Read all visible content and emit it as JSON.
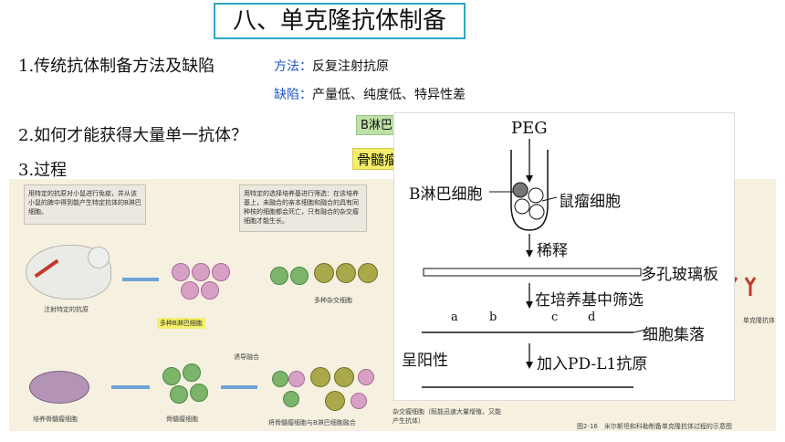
{
  "slide": {
    "title": "八、单克隆抗体制备",
    "q1": "1.传统抗体制备方法及缺陷",
    "method_label": "方法：",
    "method_text": "反复注射抗原",
    "defect_label": "缺陷：",
    "defect_text": "产量低、纯度低、特异性差",
    "q2": "2.如何才能获得大量单一抗体？",
    "q3": "3.过程",
    "tag_b": "B淋巴",
    "tag_marrow": "骨髓瘤"
  },
  "textbook": {
    "note1": "用特定的抗原对小鼠进行免疫，并从该小鼠的脾中得到能产生特定抗体的B淋巴细胞。",
    "note2": "用特定的选择培养基进行筛选：在该培养基上，未融合的亲本细胞和融合的具有同种核的细胞都会死亡，只有融合的杂交瘤细胞才能生长。",
    "label_inject": "注射特定的抗原",
    "label_b_cells": "多种B淋巴细胞",
    "label_hybrid": "多种杂交细胞",
    "label_induce": "诱导融合",
    "label_culture": "培养骨髓瘤细胞",
    "label_myeloma": "骨髓瘤细胞",
    "label_mix": "将骨髓瘤细胞与B淋巴细胞融合",
    "label_bottom": "杂交瘤细胞（既能迅速大量增殖，又能产生抗体）",
    "figure_caption": "图2-16　米尔斯坦和科勒制备单克隆抗体过程的示意图",
    "label_antibody": "单克隆抗体"
  },
  "diagram": {
    "peg": "PEG",
    "b_cell": "B淋巴细胞",
    "myeloma": "鼠瘤细胞",
    "dilute": "稀释",
    "plate": "多孔玻璃板",
    "screen": "在培养基中筛选",
    "colony": "细胞集落",
    "positive": "呈阳性",
    "add_antigen": "加入PD-L1抗原",
    "well_labels": [
      "a",
      "b",
      "c",
      "d"
    ]
  }
}
